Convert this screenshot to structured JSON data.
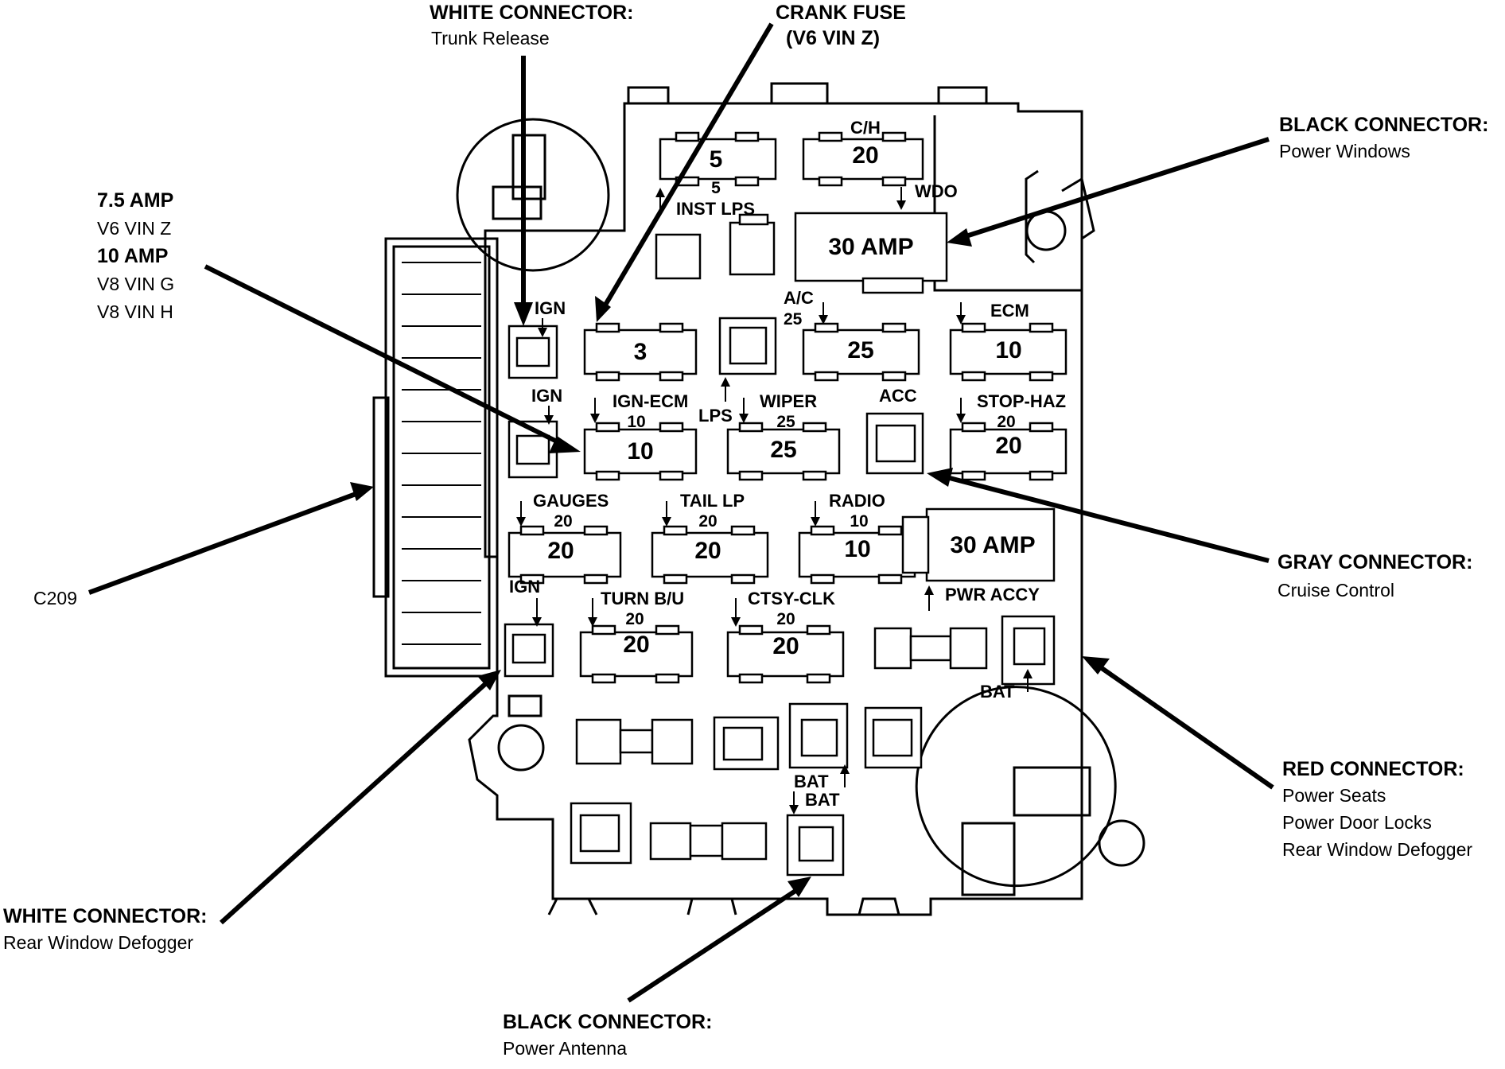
{
  "callouts": {
    "white_trunk": {
      "title": "WHITE CONNECTOR:",
      "lines": [
        "Trunk Release"
      ]
    },
    "crank_fuse": {
      "title": "CRANK FUSE",
      "lines": [
        "(V6 VIN Z)"
      ]
    },
    "black_windows": {
      "title": "BLACK CONNECTOR:",
      "lines": [
        "Power Windows"
      ]
    },
    "amp_note": {
      "lines": [
        "7.5 AMP",
        "V6 VIN Z",
        "10 AMP",
        "V8 VIN G",
        "V8 VIN H"
      ]
    },
    "c209": {
      "title": "C209"
    },
    "gray_cruise": {
      "title": "GRAY CONNECTOR:",
      "lines": [
        "Cruise Control"
      ]
    },
    "red_connector": {
      "title": "RED CONNECTOR:",
      "lines": [
        "Power Seats",
        "Power Door Locks",
        "Rear Window Defogger"
      ]
    },
    "white_defogger": {
      "title": "WHITE CONNECTOR:",
      "lines": [
        "Rear Window Defogger"
      ]
    },
    "black_antenna": {
      "title": "BLACK CONNECTOR:",
      "lines": [
        "Power Antenna"
      ]
    }
  },
  "fuses": {
    "f5": {
      "value": "5",
      "label": "INST LPS",
      "sub": "5"
    },
    "fch": {
      "value": "20",
      "label": "C/H"
    },
    "f30top": {
      "value": "30 AMP",
      "label": "WDO"
    },
    "f3": {
      "value": "3"
    },
    "fac": {
      "value": "25",
      "label": "A/C",
      "sub": "25"
    },
    "fecm": {
      "value": "10",
      "label": "ECM"
    },
    "fign_ecm": {
      "value": "10",
      "label": "IGN-ECM",
      "sub": "10"
    },
    "fwiper": {
      "value": "25",
      "label": "WIPER",
      "sub": "25"
    },
    "fstop": {
      "value": "20",
      "label": "STOP-HAZ",
      "sub": "20"
    },
    "fgauges": {
      "value": "20",
      "label": "GAUGES",
      "sub": "20"
    },
    "ftail": {
      "value": "20",
      "label": "TAIL LP",
      "sub": "20"
    },
    "fradio": {
      "value": "10",
      "label": "RADIO",
      "sub": "10"
    },
    "f30mid": {
      "value": "30 AMP",
      "label": "PWR ACCY"
    },
    "fturn": {
      "value": "20",
      "label": "TURN B/U",
      "sub": "20"
    },
    "fctsy": {
      "value": "20",
      "label": "CTSY-CLK",
      "sub": "20"
    }
  },
  "terminal_labels": {
    "ign1": "IGN",
    "ign2": "IGN",
    "ign3": "IGN",
    "lps": "LPS",
    "acc": "ACC",
    "bat1": "BAT",
    "bat2": "BAT",
    "bat3": "BAT"
  }
}
